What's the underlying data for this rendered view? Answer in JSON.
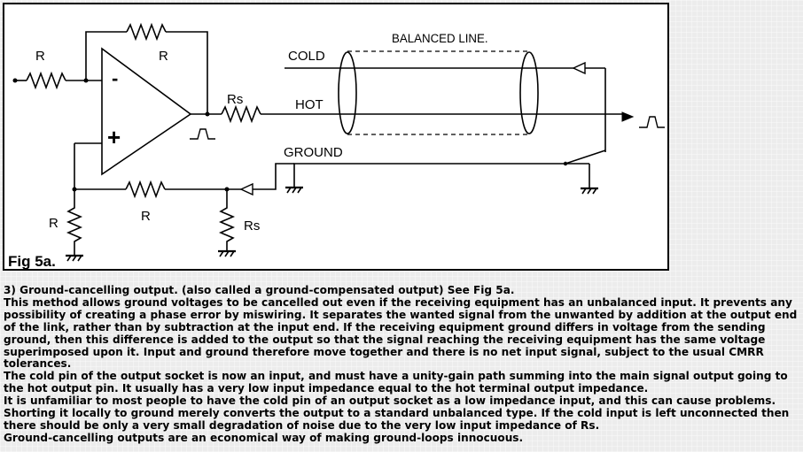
{
  "figure": {
    "caption": "Fig 5a.",
    "labels": {
      "balanced_line": "BALANCED LINE.",
      "cold": "COLD",
      "hot": "HOT",
      "ground": "GROUND",
      "r_input": "R",
      "r_feedback": "R",
      "r_ground_path": "R",
      "r_bottom": "R",
      "rs_series": "Rs",
      "rs_bottom": "Rs",
      "inv_sign": "-",
      "noninv_sign": "+"
    }
  },
  "text": {
    "heading": "3) Ground-cancelling output. (also called a ground-compensated output) See Fig 5a.",
    "paragraphs": [
      "This method allows ground voltages to be cancelled out even if the receiving equipment has an unbalanced input. It prevents any possibility of creating a phase error by miswiring. It separates the wanted signal from the unwanted by addition at the output end of the link, rather than by subtraction at the input end. If the receiving equipment ground differs in voltage from the sending ground, then this difference is added to the output so that the signal reaching the receiving equipment has the same voltage superimposed upon it. Input and ground therefore move together and there is no net input signal, subject to the usual CMRR tolerances.",
      "The cold pin of the output socket is now an input, and must have a unity-gain path summing into the main signal output going to the hot output pin. It usually has a very low input impedance equal to the hot terminal output impedance.",
      "It is unfamiliar to most people to have the cold pin of an output socket as a low impedance input, and this can cause problems. Shorting it locally to ground merely converts the output to a standard unbalanced type. If the cold input is left unconnected then there should be only a very small degradation of noise due to the very low input impedance of Rs.",
      "Ground-cancelling outputs are an economical way of making ground-loops innocuous."
    ]
  }
}
